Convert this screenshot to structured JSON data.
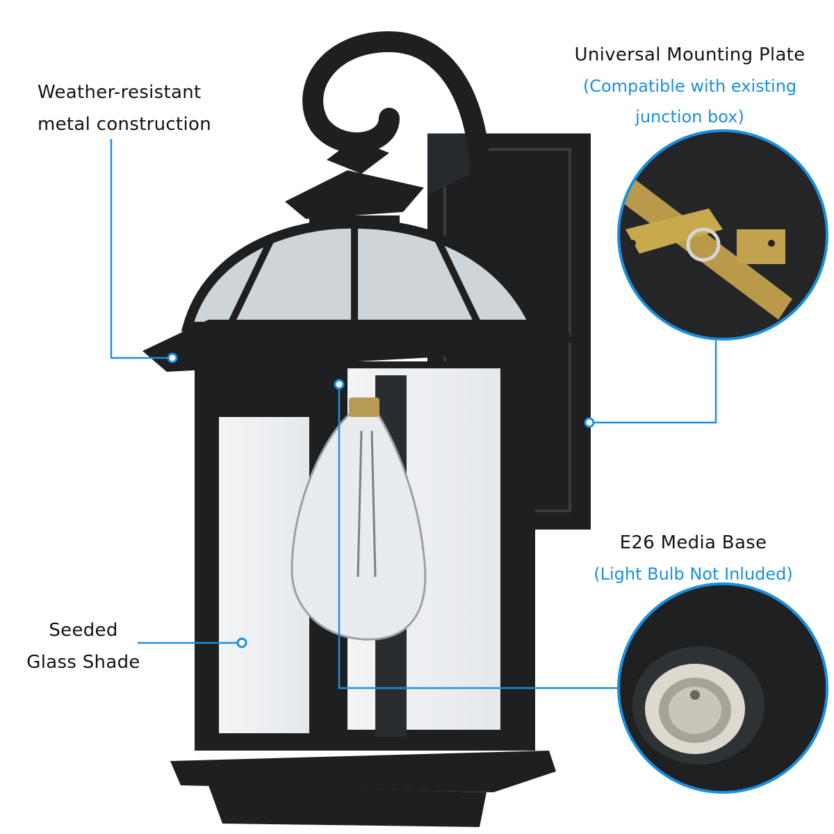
{
  "callouts": {
    "weather": {
      "line1": "Weather-resistant",
      "line2": "metal construction"
    },
    "mounting": {
      "title": "Universal Mounting Plate",
      "sub1": "(Compatible with existing",
      "sub2": "junction box)"
    },
    "base": {
      "title": "E26 Media Base",
      "sub": "(Light Bulb Not Inluded)"
    },
    "glass": {
      "line1": "Seeded",
      "line2": "Glass Shade"
    }
  },
  "colors": {
    "accent": "#1a8fe0",
    "lamp": "#1d1f21",
    "text": "#111111"
  },
  "icons": [
    "lantern-illustration",
    "mounting-plate-closeup",
    "e26-socket-closeup"
  ]
}
